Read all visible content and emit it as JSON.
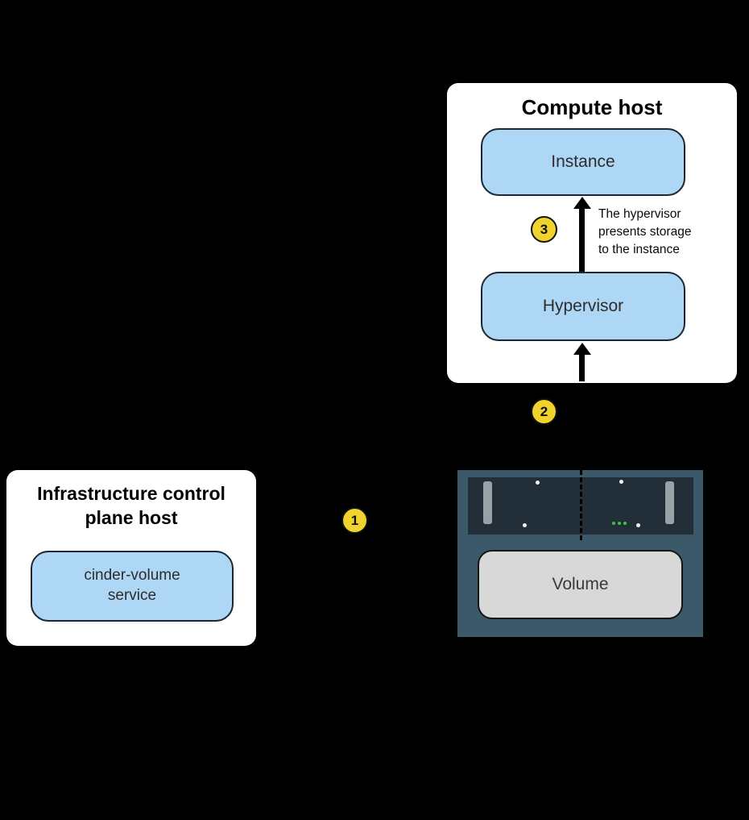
{
  "diagram": {
    "compute_host": {
      "title": "Compute host",
      "instance_label": "Instance",
      "hypervisor_label": "Hypervisor",
      "annotation_lines": [
        "The hypervisor",
        "presents storage",
        "to the instance"
      ]
    },
    "control_plane_host": {
      "title": "Infrastructure control plane host",
      "service_label": "cinder-volume service"
    },
    "storage_device": {
      "volume_label": "Volume"
    },
    "step_badges": {
      "step1": "1",
      "step2": "2",
      "step3": "3"
    },
    "colors": {
      "background": "#000000",
      "host_box_white": "#ffffff",
      "component_blue": "#aed6f5",
      "component_border": "#1b2733",
      "badge_yellow": "#f0d32d",
      "volume_gray": "#d8d8d8",
      "storage_body": "#3b5968",
      "storage_panel": "#222e38",
      "drive_bar_gray": "#97a1a6",
      "led_white": "#f2f2f2",
      "led_green": "#33cc33",
      "arrow_black": "#000000"
    }
  }
}
